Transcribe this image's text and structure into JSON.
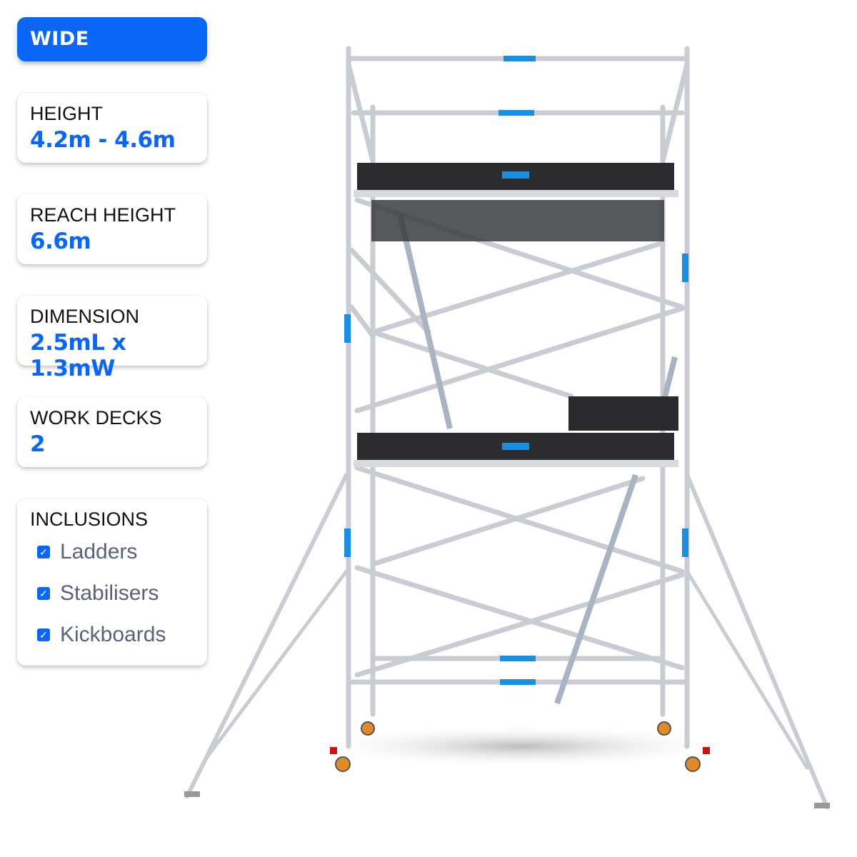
{
  "badge": {
    "label": "WIDE",
    "color": "#0a66f5"
  },
  "specs": [
    {
      "label": "HEIGHT",
      "value": "4.2m - 4.6m"
    },
    {
      "label": "REACH HEIGHT",
      "value": "6.6m"
    },
    {
      "label": "DIMENSION",
      "value": "2.5mL x 1.3mW"
    },
    {
      "label": "WORK DECKS",
      "value": "2"
    }
  ],
  "inclusions": {
    "label": "INCLUSIONS",
    "items": [
      "Ladders",
      "Stabilisers",
      "Kickboards"
    ],
    "checkbox_icon": "checkbox-checked-icon"
  },
  "product_image": {
    "subject": "mobile-scaffold-tower",
    "accent": "#1a8fe0"
  }
}
